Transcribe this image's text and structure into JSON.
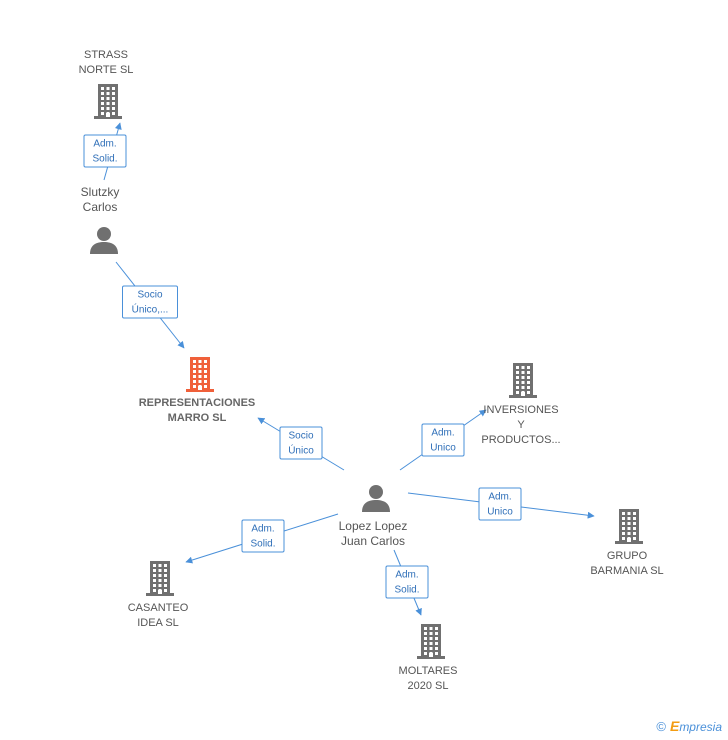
{
  "colors": {
    "building": "#707070",
    "building_focus": "#f0603a",
    "person": "#707070",
    "edge": "#4a90d9"
  },
  "nodes": [
    {
      "id": "strass",
      "kind": "company",
      "lines": [
        "STRASS",
        "NORTE SL"
      ],
      "icon": "building-icon"
    },
    {
      "id": "slutzky",
      "kind": "person",
      "lines": [
        "Slutzky",
        "Carlos"
      ],
      "icon": "person-icon"
    },
    {
      "id": "representaciones",
      "kind": "company",
      "focus": true,
      "lines": [
        "REPRESENTACIONES",
        "MARRO SL"
      ],
      "icon": "building-icon"
    },
    {
      "id": "inversiones",
      "kind": "company",
      "lines": [
        "INVERSIONES",
        "Y",
        "PRODUCTOS..."
      ],
      "icon": "building-icon"
    },
    {
      "id": "lopez",
      "kind": "person",
      "lines": [
        "Lopez Lopez",
        "Juan Carlos"
      ],
      "icon": "person-icon"
    },
    {
      "id": "grupo",
      "kind": "company",
      "lines": [
        "GRUPO",
        "BARMANIA SL"
      ],
      "icon": "building-icon"
    },
    {
      "id": "casanteo",
      "kind": "company",
      "lines": [
        "CASANTEO",
        "IDEA SL"
      ],
      "icon": "building-icon"
    },
    {
      "id": "moltares",
      "kind": "company",
      "lines": [
        "MOLTARES",
        "2020  SL"
      ],
      "icon": "building-icon"
    }
  ],
  "edges": [
    {
      "from": "slutzky",
      "to": "strass",
      "label": [
        "Adm.",
        "Solid."
      ]
    },
    {
      "from": "slutzky",
      "to": "representaciones",
      "label": [
        "Socio",
        "Único,..."
      ]
    },
    {
      "from": "lopez",
      "to": "representaciones",
      "label": [
        "Socio",
        "Único"
      ]
    },
    {
      "from": "lopez",
      "to": "inversiones",
      "label": [
        "Adm.",
        "Unico"
      ]
    },
    {
      "from": "lopez",
      "to": "grupo",
      "label": [
        "Adm.",
        "Unico"
      ]
    },
    {
      "from": "lopez",
      "to": "casanteo",
      "label": [
        "Adm.",
        "Solid."
      ]
    },
    {
      "from": "lopez",
      "to": "moltares",
      "label": [
        "Adm.",
        "Solid."
      ]
    }
  ],
  "footer": {
    "copyright": "©",
    "brand_initial": "E",
    "brand_rest": "mpresia"
  }
}
